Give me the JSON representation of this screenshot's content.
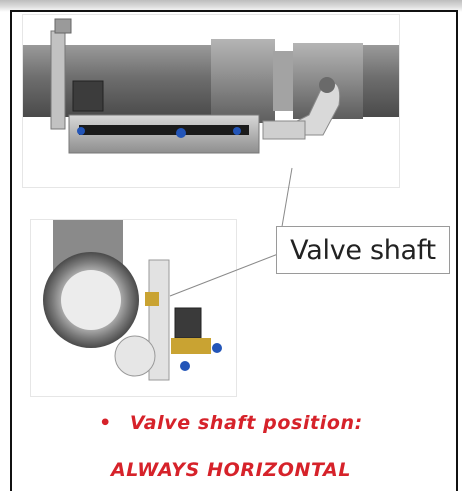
{
  "callout": {
    "label": "Valve shaft"
  },
  "instruction": {
    "bullet": "•",
    "line1": "Valve shaft position:",
    "line2": "ALWAYS HORIZONTAL"
  },
  "colors": {
    "accent_red": "#d6222a",
    "frame": "#111111"
  }
}
